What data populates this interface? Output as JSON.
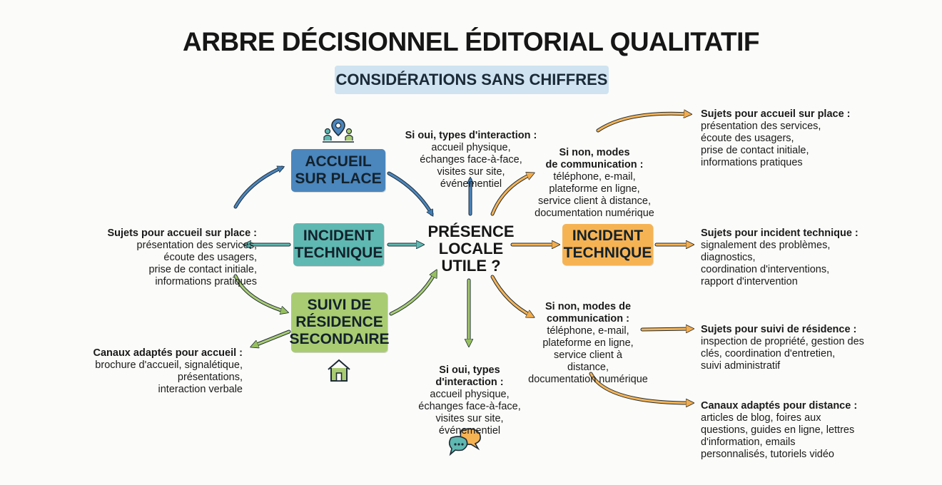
{
  "title": "ARBRE DÉCISIONNEL ÉDITORIAL QUALITATIF",
  "subtitle": "CONSIDÉRATIONS SANS CHIFFRES",
  "center": "PRÉSENCE\nLOCALE\nUTILE ?",
  "nodes": {
    "accueil": "ACCUEIL\nSUR PLACE",
    "incident_left": "INCIDENT\nTECHNIQUE",
    "suivi": "SUIVI DE\nRÉSIDENCE\nSECONDAIRE",
    "incident_right": "INCIDENT\nTECHNIQUE"
  },
  "texts": {
    "left_sujets": {
      "head": "Sujets pour accueil sur place :",
      "body": "présentation des services,\nécoute des usagers,\nprise de contact initiale,\ninformations pratiques"
    },
    "left_canaux": {
      "head": "Canaux adaptés pour accueil :",
      "body": "brochure d'accueil, signalétique,\nprésentations,\ninteraction verbale"
    },
    "top_oui": {
      "head": "Si oui, types d'interaction :",
      "body": "accueil physique,\néchanges face-à-face,\nvisites sur site,\névénementiel"
    },
    "top_non": {
      "head": "Si non, modes\nde communication :",
      "body": "téléphone, e-mail,\nplateforme en ligne,\nservice client à distance,\ndocumentation numérique"
    },
    "bottom_oui": {
      "head": "Si oui, types\nd'interaction :",
      "body": "accueil physique,\néchanges face-à-face,\nvisites sur site,\névénementiel"
    },
    "bottom_non": {
      "head": "Si non, modes de\ncommunication :",
      "body": "téléphone, e-mail,\nplateforme en ligne,\nservice client à\ndistance,\ndocumentation numérique"
    },
    "right_accueil": {
      "head": "Sujets pour accueil sur place :",
      "body": "présentation des services,\nécoute des usagers,\nprise de contact initiale,\ninformations pratiques"
    },
    "right_incident": {
      "head": "Sujets pour incident technique :",
      "body": "signalement des problèmes,\ndiagnostics,\ncoordination d'interventions,\nrapport d'intervention"
    },
    "right_suivi": {
      "head": "Sujets pour suivi de résidence :",
      "body": "inspection de propriété, gestion des\nclés, coordination d'entretien,\nsuivi administratif"
    },
    "right_canaux": {
      "head": "Canaux adaptés pour distance :",
      "body": "articles de blog, foires aux\nquestions, guides en ligne, lettres\nd'information, emails\npersonnalisés, tutoriels vidéo"
    }
  },
  "icons": [
    "location-people-icon",
    "house-icon",
    "chat-bubbles-icon"
  ],
  "colors": {
    "blue": "#4b86bd",
    "teal": "#5fb8b1",
    "green": "#a9cc72",
    "orange": "#f6b354",
    "subtitle_bg": "#cfe3f1"
  }
}
